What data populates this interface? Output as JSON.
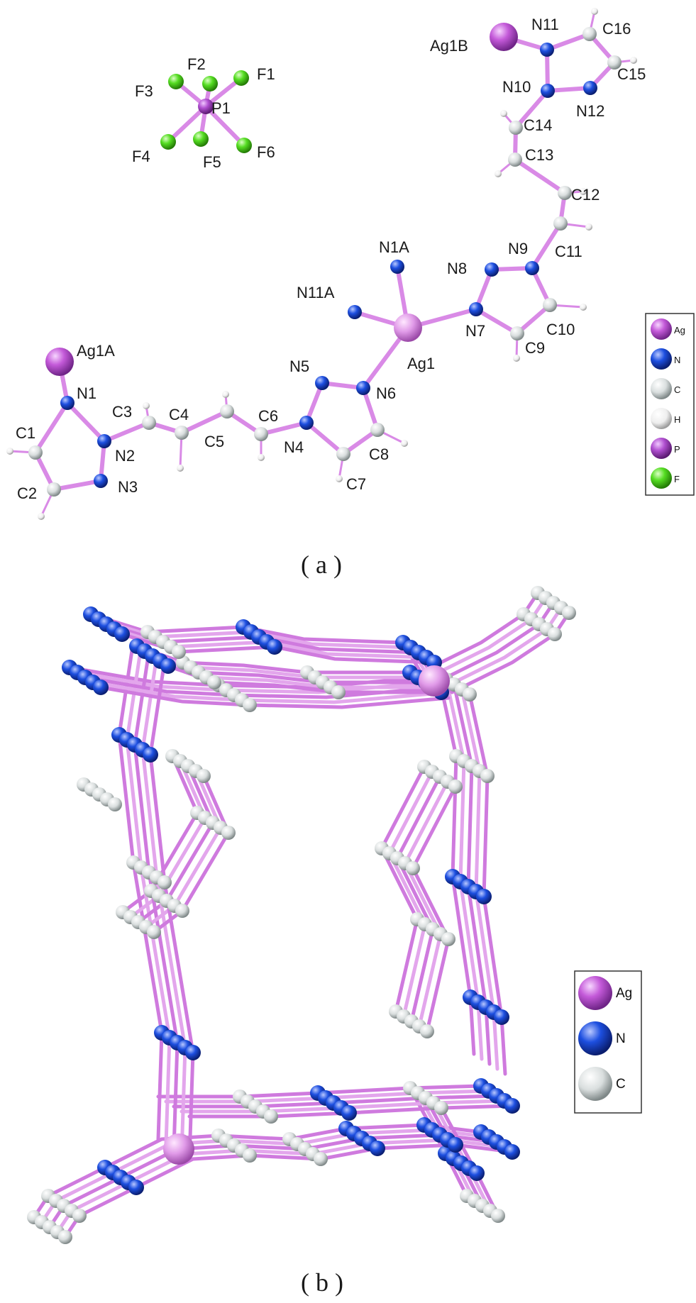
{
  "panel_a": {
    "caption": "( a )",
    "atom_labels": {
      "Ag1B": "Ag1B",
      "N11": "N11",
      "C16": "C16",
      "C15": "C15",
      "N10": "N10",
      "N12": "N12",
      "C14": "C14",
      "C13": "C13",
      "C12": "C12",
      "C11": "C11",
      "N9": "N9",
      "N8": "N8",
      "N1A": "N1A",
      "N11A": "N11A",
      "N7": "N7",
      "C10": "C10",
      "C9": "C9",
      "Ag1": "Ag1",
      "Ag1A": "Ag1A",
      "N5": "N5",
      "N6": "N6",
      "N1": "N1",
      "C3": "C3",
      "C4": "C4",
      "C5": "C5",
      "C6": "C6",
      "N4": "N4",
      "C8": "C8",
      "C7": "C7",
      "C1": "C1",
      "N2": "N2",
      "C2": "C2",
      "N3": "N3",
      "F1": "F1",
      "F2": "F2",
      "F3": "F3",
      "F4": "F4",
      "F5": "F5",
      "F6": "F6",
      "P1": "P1"
    },
    "legend": [
      {
        "symbol": "Ag",
        "color": "#c45ad9"
      },
      {
        "symbol": "N",
        "color": "#1d4fe0"
      },
      {
        "symbol": "C",
        "color": "#c9cfcf"
      },
      {
        "symbol": "H",
        "color": "#eef0f0"
      },
      {
        "symbol": "P",
        "color": "#b04fd0"
      },
      {
        "symbol": "F",
        "color": "#55dd22"
      }
    ]
  },
  "panel_b": {
    "caption": "( b )",
    "legend": [
      {
        "symbol": "Ag",
        "color": "#c45ad9"
      },
      {
        "symbol": "N",
        "color": "#1d4fe0"
      },
      {
        "symbol": "C",
        "color": "#c9cfcf"
      }
    ]
  },
  "colors": {
    "bond": "#d98ae6",
    "bond_dark": "#b25cc8",
    "silver": "#d995e6",
    "nitrogen": "#1d4fe0",
    "carbon": "#d9dede",
    "hydrogen": "#f2f2f2",
    "phosphorus": "#b04fd0",
    "fluorine": "#55dd22"
  }
}
